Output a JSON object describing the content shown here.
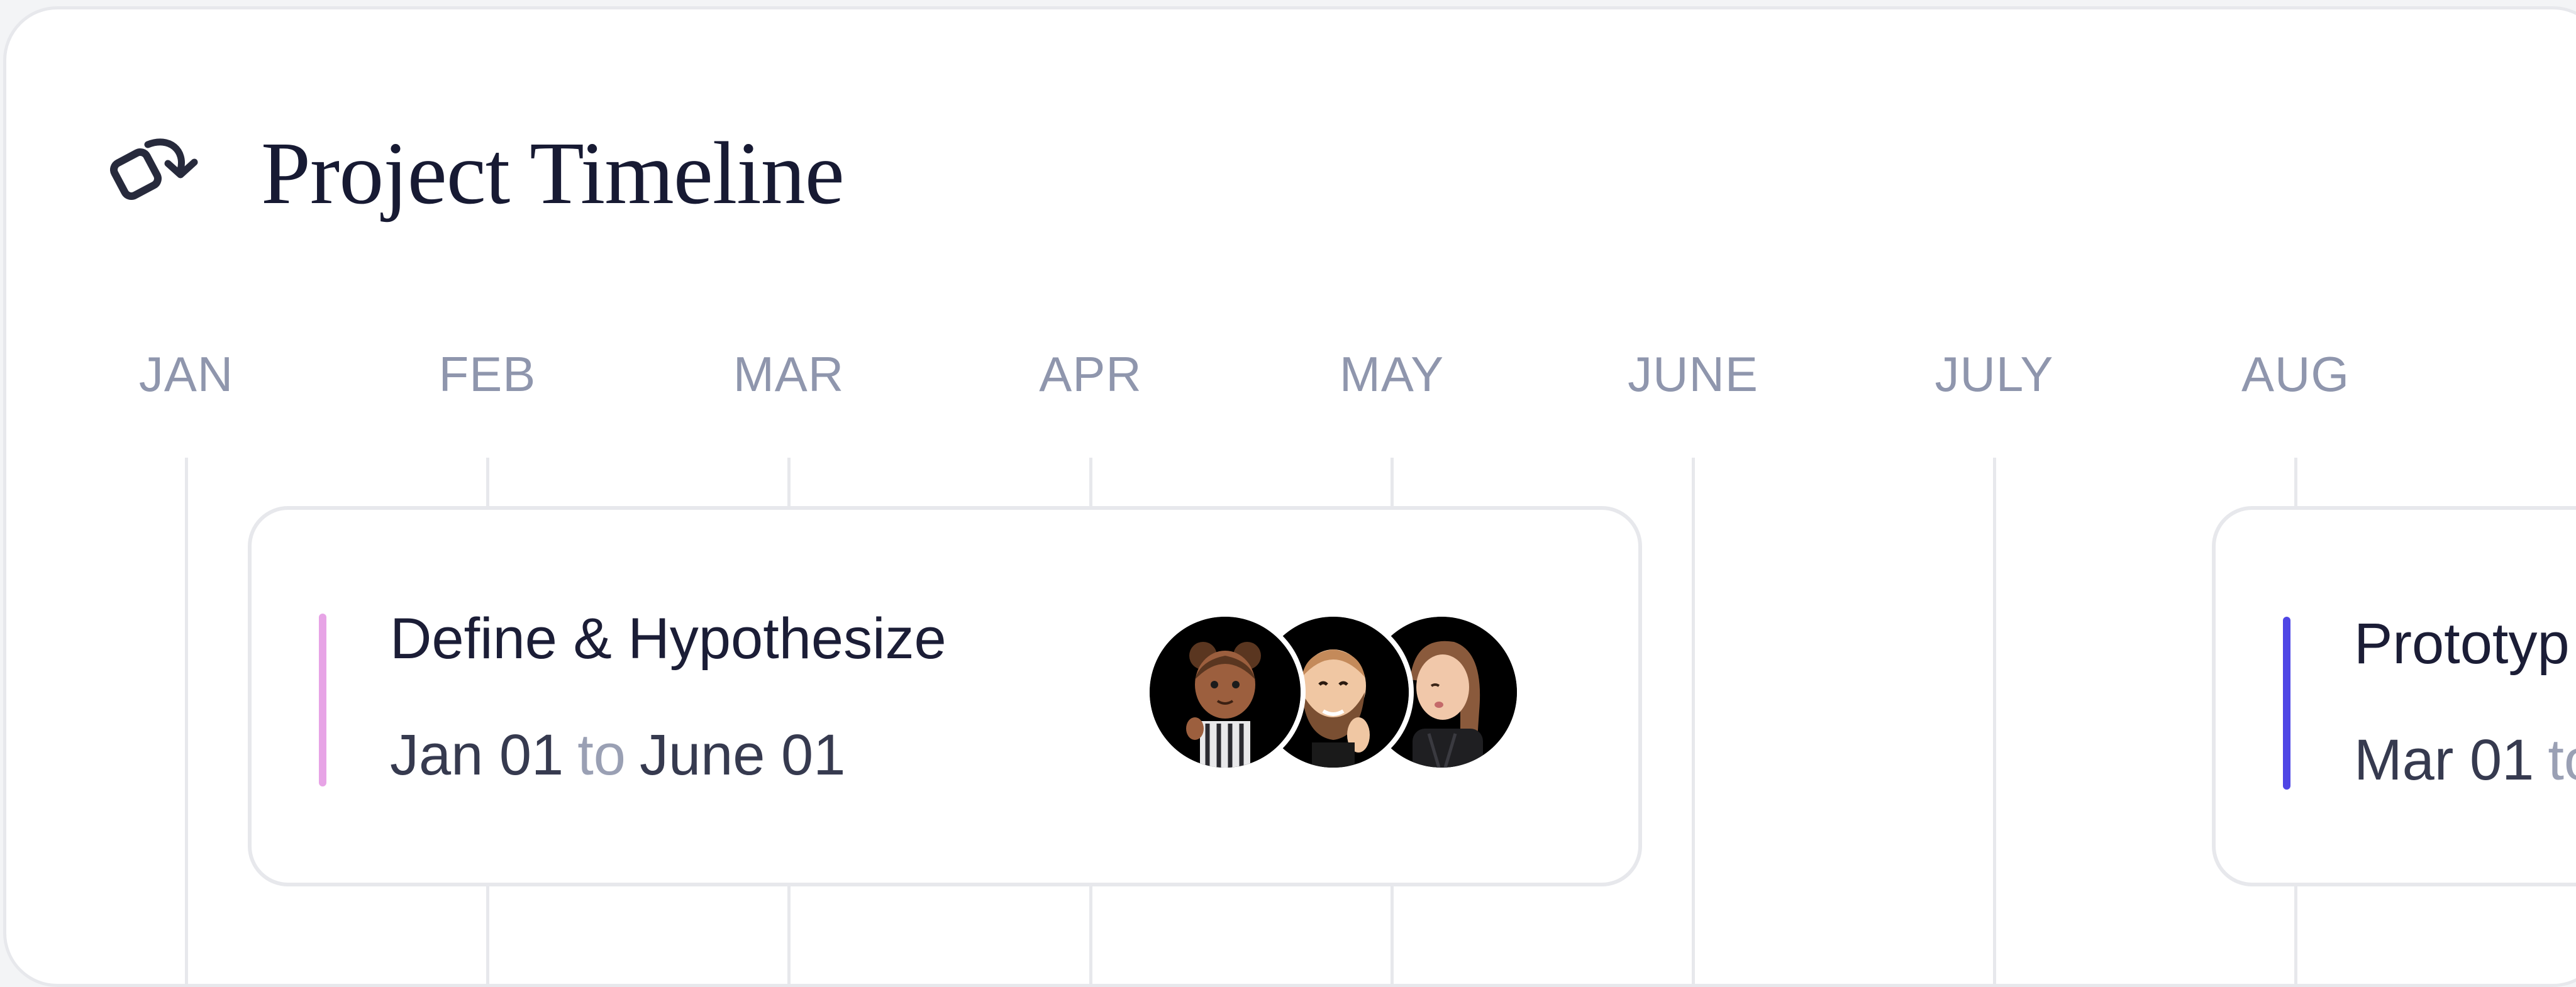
{
  "page": {
    "title": "Project Timeline",
    "title_icon": "rotate-square-icon"
  },
  "timeline": {
    "months": [
      "JAN",
      "FEB",
      "MAR",
      "APR",
      "MAY",
      "JUNE",
      "JULY",
      "AUG"
    ],
    "connector": "to",
    "tasks": [
      {
        "title": "Define & Hypothesize",
        "start": "Jan 01",
        "end": "June 01",
        "accent_color": "#e7a4e6",
        "avatars": [
          "avatar-girl-memoji",
          "avatar-bearded-man-memoji",
          "avatar-woman-memoji"
        ]
      },
      {
        "title": "Prototyp",
        "start": "Mar 01",
        "end": "",
        "accent_color": "#4f46e5"
      }
    ]
  },
  "colors": {
    "title": "#171a33",
    "month_label": "#8f96ad",
    "gridline": "#e7e8ec"
  }
}
